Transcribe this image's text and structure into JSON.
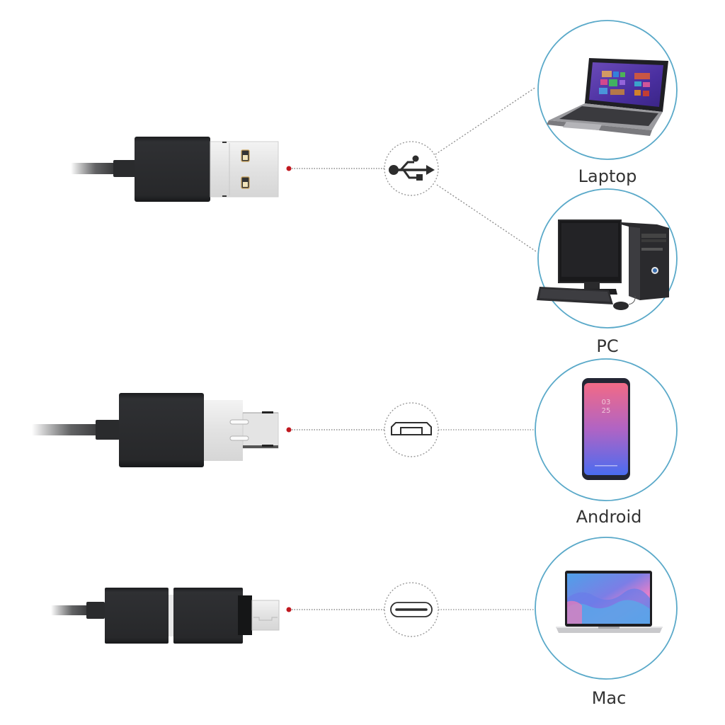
{
  "colors": {
    "background": "#ffffff",
    "device_circle_stroke": "#5aa9c9",
    "dot_red": "#c0181f",
    "dotted_line": "#8a8a8a",
    "connector_black": "#2a2b2d",
    "connector_metal": "#e6e6e6",
    "label_text": "#333333"
  },
  "rows": [
    {
      "id": "usb-a",
      "connector": "USB-A plug",
      "port_icon": "usb-icon",
      "devices": [
        {
          "label": "Laptop",
          "image": "windows-laptop"
        },
        {
          "label": "PC",
          "image": "desktop-pc"
        }
      ]
    },
    {
      "id": "micro-usb",
      "connector": "Micro-USB plug",
      "port_icon": "micro-usb-port-icon",
      "devices": [
        {
          "label": "Android",
          "image": "android-phone",
          "screen_time": [
            "03",
            "25"
          ]
        }
      ]
    },
    {
      "id": "usb-c",
      "connector": "USB-C adapter",
      "port_icon": "usb-c-port-icon",
      "devices": [
        {
          "label": "Mac",
          "image": "macbook"
        }
      ]
    }
  ]
}
